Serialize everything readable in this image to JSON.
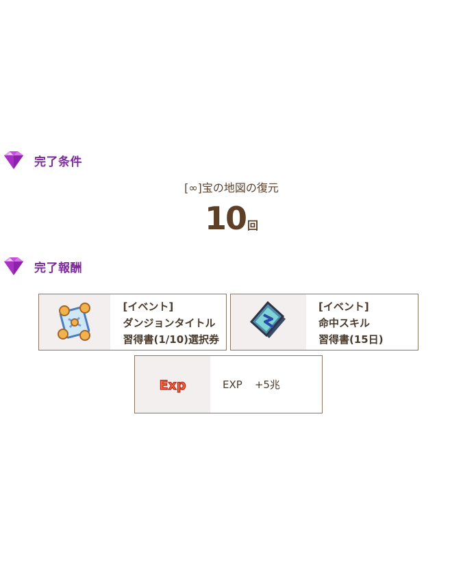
{
  "conditions": {
    "title": "完了条件",
    "task": "[∞]宝の地図の復元",
    "count": "10",
    "unit": "回"
  },
  "rewards": {
    "title": "完了報酬",
    "items": [
      {
        "icon": "treasure-map-scroll-icon",
        "lines": [
          "[イベント]",
          "ダンジョンタイトル",
          "習得書(1/10)選択券"
        ]
      },
      {
        "icon": "skill-book-icon",
        "lines": [
          "[イベント]",
          "命中スキル",
          "習得書(15日)"
        ]
      },
      {
        "icon": "exp-icon",
        "label": "EXP",
        "amount": "+5兆"
      }
    ]
  },
  "colors": {
    "accent": "#7b2a99",
    "gem": "#c04ad8",
    "text": "#4a3a2a",
    "border": "#8a7562"
  }
}
